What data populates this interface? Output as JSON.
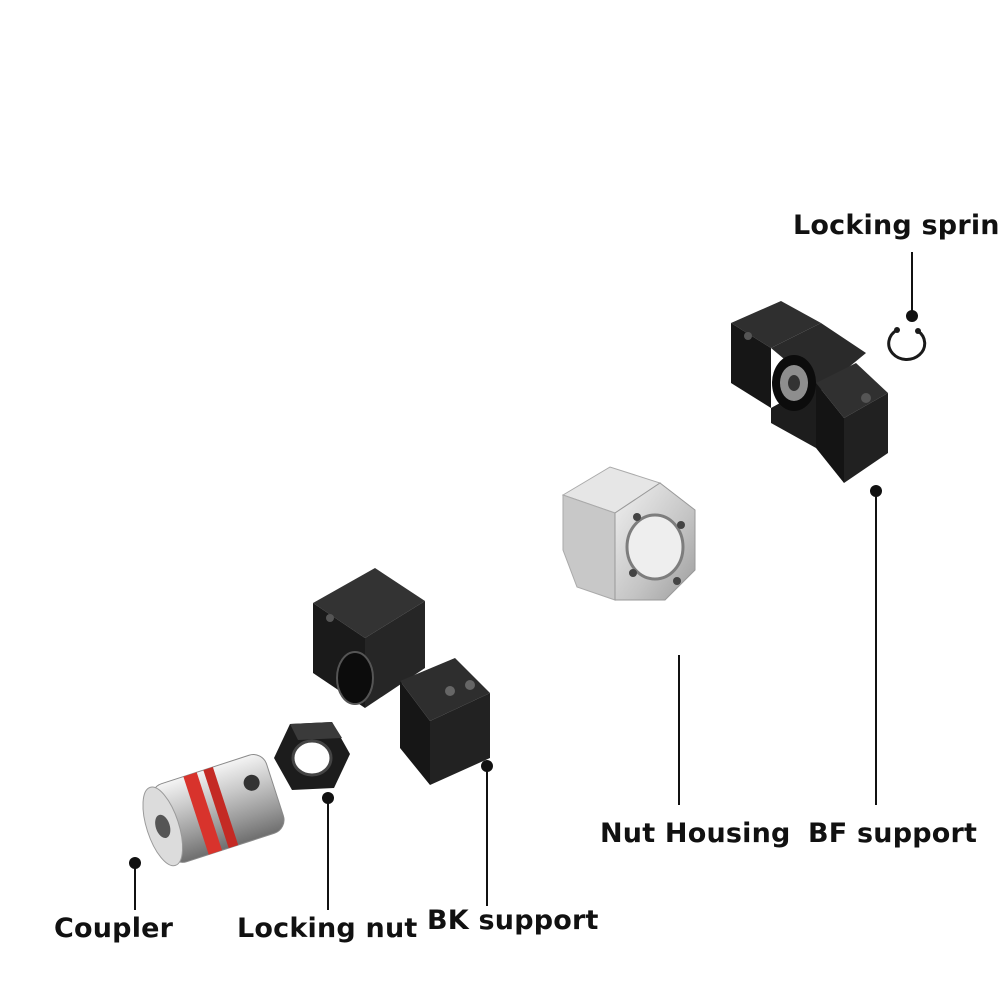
{
  "labels": {
    "coupler": "Coupler",
    "locking_nut": "Locking nut",
    "bk_support": "BK support",
    "nut_housing": "Nut Housing",
    "bf_support": "BF support",
    "locking_spring": "Locking spring"
  }
}
